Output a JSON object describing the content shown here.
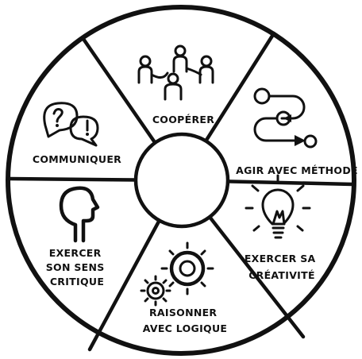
{
  "wheel": {
    "segments": [
      {
        "id": "cooperer",
        "lines": [
          "COOPÉRER"
        ],
        "icon": "people-circle-icon"
      },
      {
        "id": "agir",
        "lines": [
          "AGIR AVEC MÉTHODE"
        ],
        "icon": "process-steps-icon"
      },
      {
        "id": "creativite",
        "lines": [
          "EXERCER SA",
          "CRÉATIVITÉ"
        ],
        "icon": "lightbulb-icon"
      },
      {
        "id": "logique",
        "lines": [
          "RAISONNER",
          "AVEC LOGIQUE"
        ],
        "icon": "gears-icon"
      },
      {
        "id": "critique",
        "lines": [
          "EXERCER",
          "SON SENS",
          "CRITIQUE"
        ],
        "icon": "head-profile-icon"
      },
      {
        "id": "communiquer",
        "lines": [
          "COMMUNIQUER"
        ],
        "icon": "speech-bubbles-icon"
      }
    ]
  }
}
